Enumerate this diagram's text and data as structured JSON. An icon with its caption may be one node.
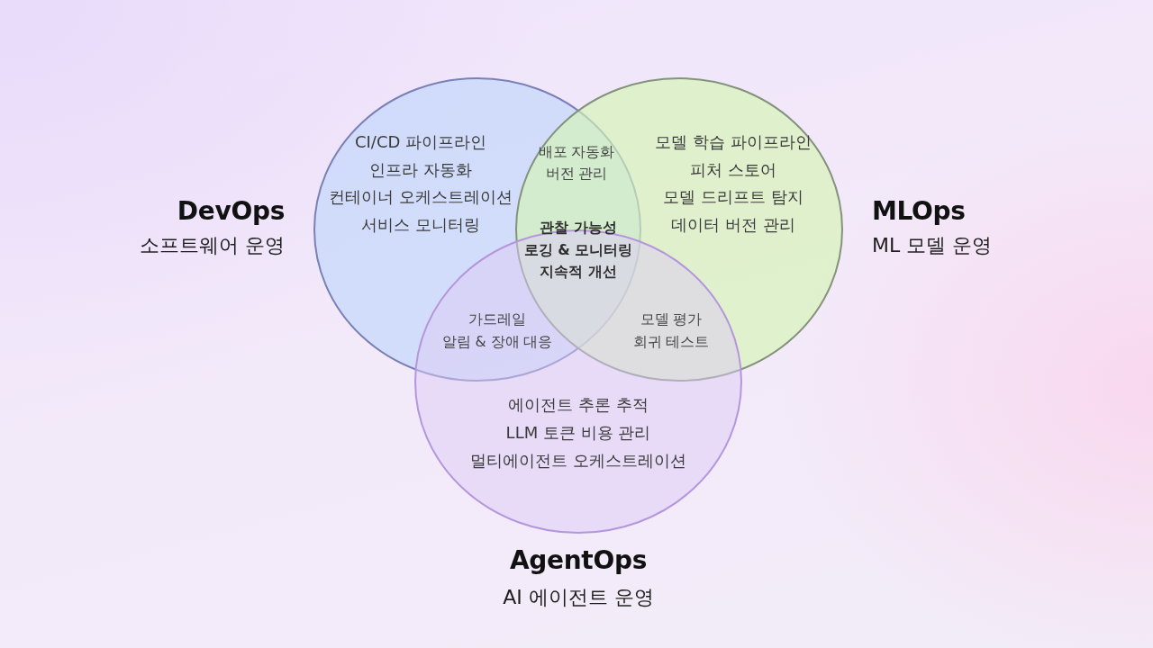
{
  "diagram": {
    "nodes": [
      {
        "text": [
          "DevOps",
          "소프트웨어 운영",
          "CI/CD 파이프라인",
          "인프라 자동화",
          "컨테이너 오케스트레이션",
          "서비스 모니터링"
        ]
      },
      {
        "text": [
          "MLOps",
          "ML 모델 운영",
          "모델 학습 파이프라인",
          "피처 스토어",
          "모델 드리프트 탐지",
          "데이터 버전 관리"
        ]
      },
      {
        "text": [
          "에이전트 추론 추적",
          "LLM 토큰 비용 관리",
          "멀티에이전트 오케스트레이션",
          "AgentOps",
          "AI 에이전트 운영"
        ]
      }
    ],
    "labels": [
      "배포 자동화",
      "버전 관리",
      "관찰 가능성",
      "로깅 & 모니터링",
      "지속적 개선",
      "가드레일",
      "알림 & 장애 대응",
      "모델 평가",
      "회귀 테스트"
    ]
  }
}
